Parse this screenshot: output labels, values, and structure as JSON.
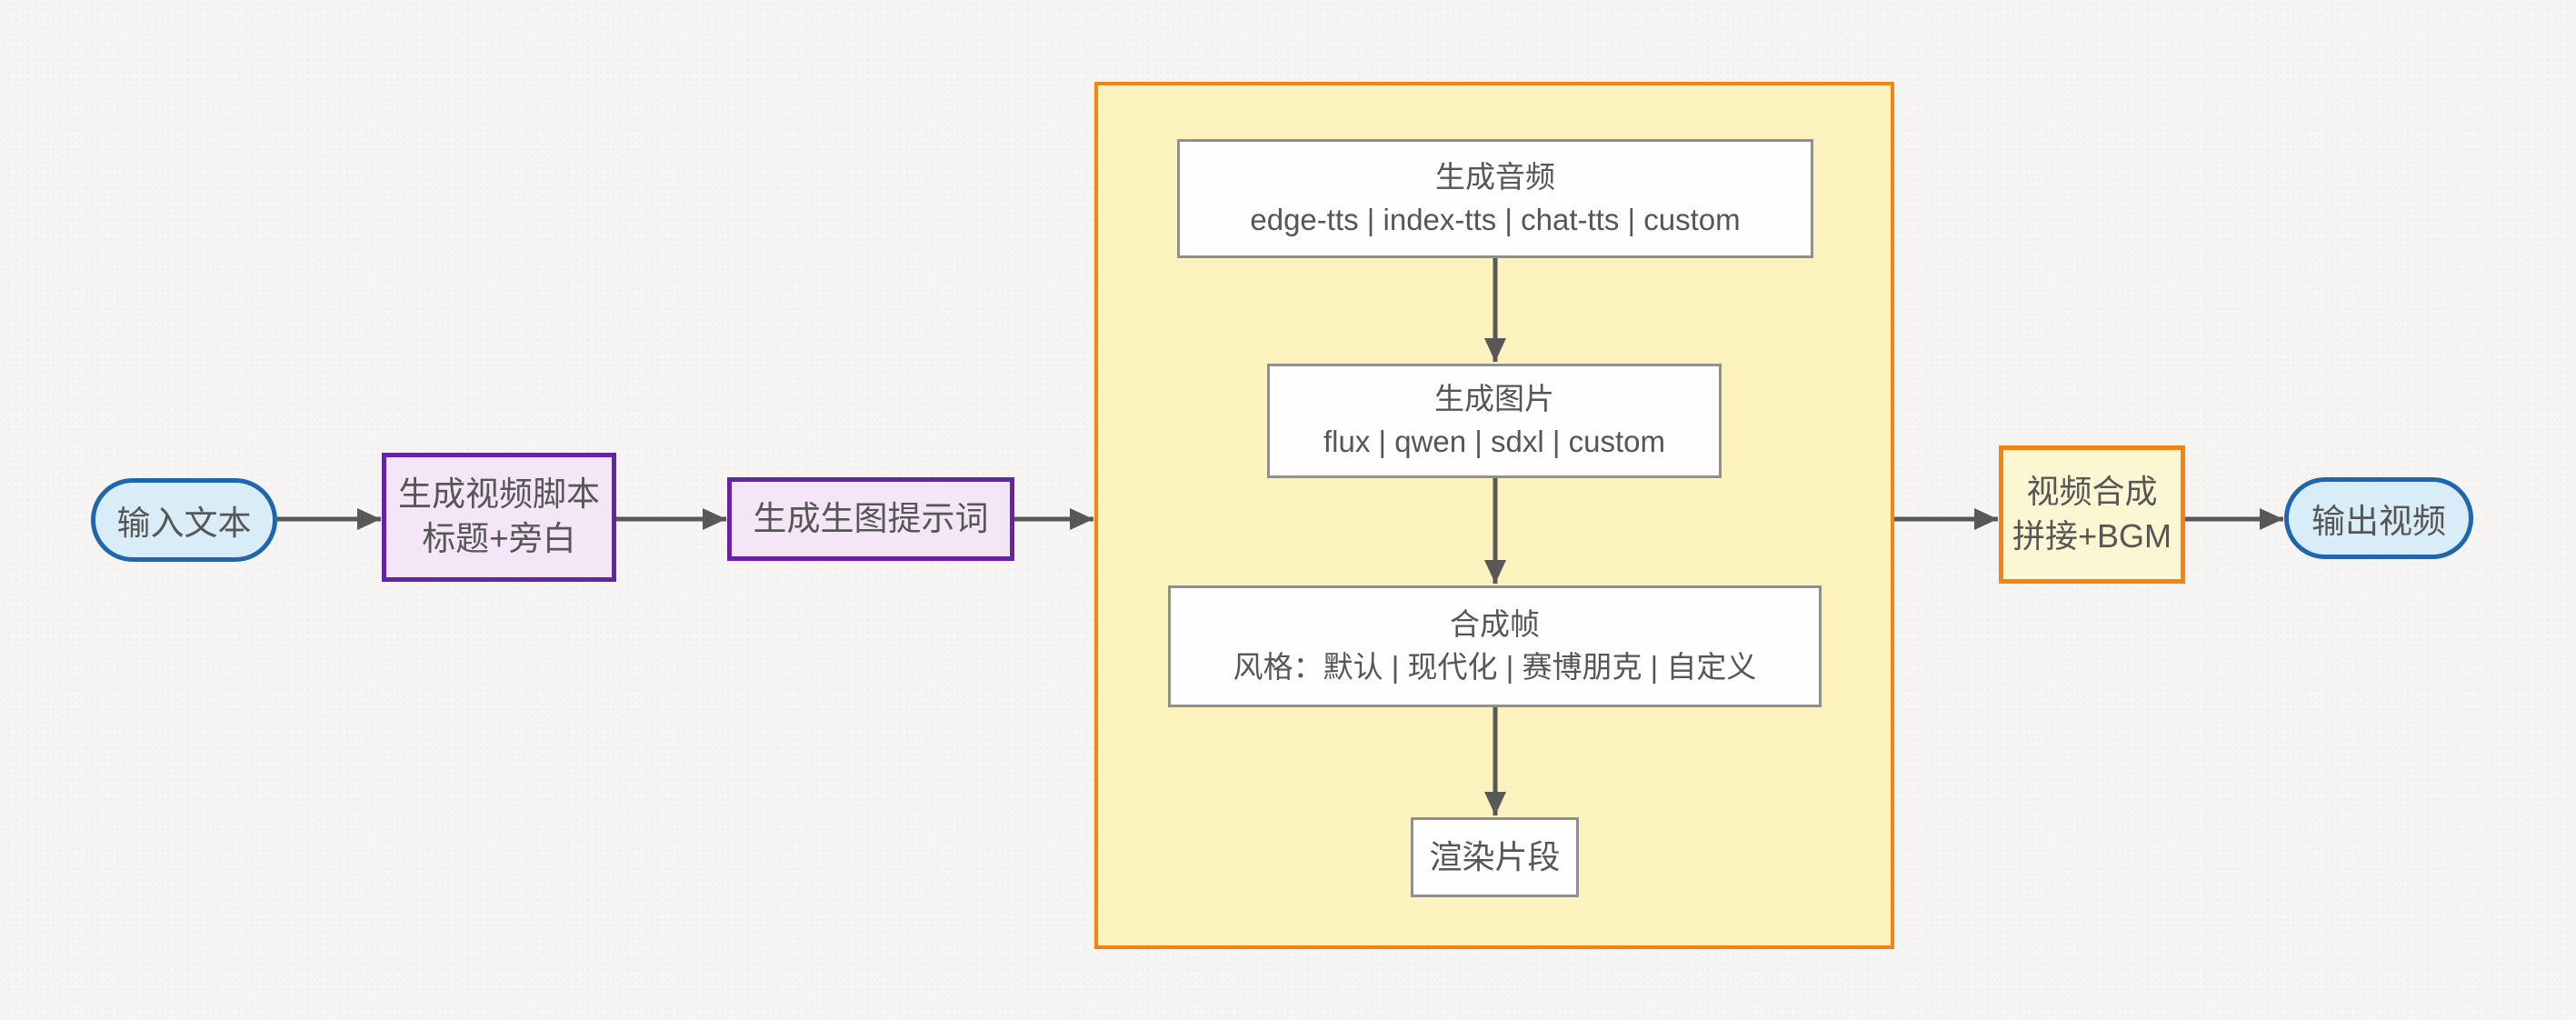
{
  "diagram": {
    "nodes": {
      "input": {
        "label": "输入文本"
      },
      "script": {
        "line1": "生成视频脚本",
        "line2": "标题+旁白"
      },
      "prompt": {
        "label": "生成生图提示词"
      },
      "audio": {
        "title": "生成音频",
        "options": "edge-tts | index-tts | chat-tts | custom"
      },
      "image": {
        "title": "生成图片",
        "options": "flux | qwen | sdxl | custom"
      },
      "frames": {
        "title": "合成帧",
        "options": "风格：默认 | 现代化 | 赛博朋克 | 自定义"
      },
      "render": {
        "label": "渲染片段"
      },
      "compose": {
        "line1": "视频合成",
        "line2": "拼接+BGM"
      },
      "output": {
        "label": "输出视频"
      }
    },
    "colors": {
      "pill_fill": "#d9edf9",
      "pill_border": "#1f66ad",
      "purple_fill": "#f5e6f7",
      "purple_border": "#6723a5",
      "group_fill": "#fbf2bd",
      "group_border": "#f5830f",
      "white_box_fill": "#fefefe",
      "white_box_border": "#8f8f8f",
      "compose_fill": "#fdf6d2",
      "arrow": "#585858",
      "text": "#565656",
      "background": "#f6f5f3"
    }
  }
}
